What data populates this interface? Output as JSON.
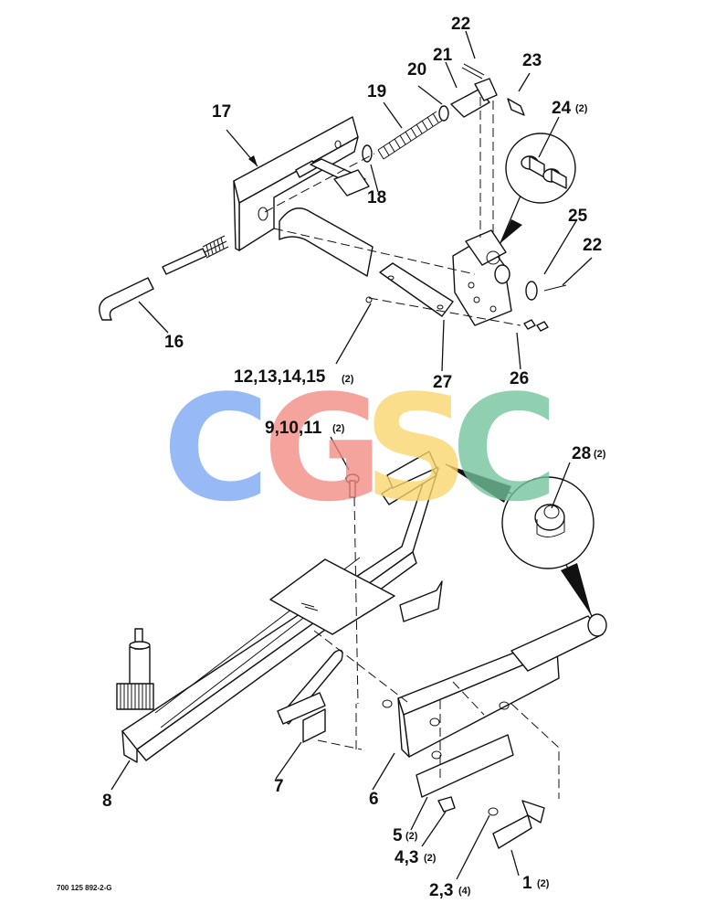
{
  "watermark": {
    "letters": [
      {
        "char": "C",
        "color": "#7aa7f5"
      },
      {
        "char": "G",
        "color": "#f28b82"
      },
      {
        "char": "S",
        "color": "#fbd66b"
      },
      {
        "char": "C",
        "color": "#72c29a"
      }
    ]
  },
  "callouts": {
    "c1": {
      "num": "1",
      "qty": "(2)"
    },
    "c2_3": {
      "num": "2,3",
      "qty": "(4)"
    },
    "c4_3": {
      "num": "4,3",
      "qty": "(2)"
    },
    "c5": {
      "num": "5",
      "qty": "(2)"
    },
    "c6": {
      "num": "6"
    },
    "c7": {
      "num": "7"
    },
    "c8": {
      "num": "8"
    },
    "c9_10_11": {
      "num": "9,10,11",
      "qty": "(2)"
    },
    "c12_15": {
      "num": "12,13,14,15",
      "qty": "(2)"
    },
    "c16": {
      "num": "16"
    },
    "c17": {
      "num": "17"
    },
    "c18": {
      "num": "18"
    },
    "c19": {
      "num": "19"
    },
    "c20": {
      "num": "20"
    },
    "c21": {
      "num": "21"
    },
    "c22a": {
      "num": "22"
    },
    "c22b": {
      "num": "22"
    },
    "c23": {
      "num": "23"
    },
    "c24": {
      "num": "24",
      "qty": "(2)"
    },
    "c25": {
      "num": "25"
    },
    "c26": {
      "num": "26"
    },
    "c27": {
      "num": "27"
    },
    "c28": {
      "num": "28",
      "qty": "(2)"
    }
  },
  "drawing_code": "700 125 892-2-G"
}
